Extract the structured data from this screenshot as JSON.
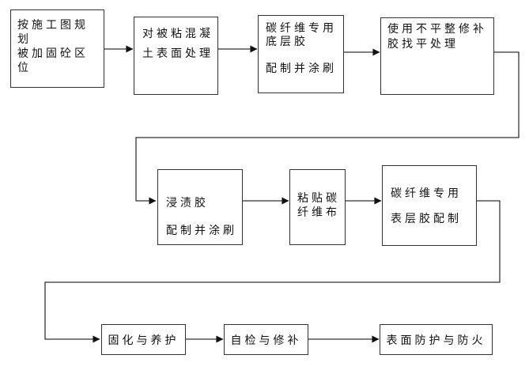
{
  "diagram": {
    "type": "flowchart",
    "background_color": "#ffffff",
    "line_color": "#333333",
    "text_color": "#111111",
    "steps": [
      {
        "id": "step-1",
        "text": "按施工图规划\n被加固砼区位"
      },
      {
        "id": "step-2",
        "text": "对被粘混凝\n土表面处理"
      },
      {
        "id": "step-3",
        "text": "碳纤维专用\n底层胶\n\n配制并涂刷"
      },
      {
        "id": "step-4",
        "text": "使用不平整修补\n胶找平处理"
      },
      {
        "id": "step-5",
        "text": "浸渍胶\n\n配制并涂刷"
      },
      {
        "id": "step-6",
        "text": "粘贴碳\n纤维布"
      },
      {
        "id": "step-7",
        "text": "碳纤维专用\n\n表层胶配制"
      },
      {
        "id": "step-8",
        "text": "固化与养护"
      },
      {
        "id": "step-9",
        "text": "自检与修补"
      },
      {
        "id": "step-10",
        "text": "表面防护与防火"
      }
    ],
    "edges": [
      {
        "from": "step-1",
        "to": "step-2"
      },
      {
        "from": "step-2",
        "to": "step-3"
      },
      {
        "from": "step-3",
        "to": "step-4"
      },
      {
        "from": "step-4",
        "to": "step-5"
      },
      {
        "from": "step-5",
        "to": "step-6"
      },
      {
        "from": "step-6",
        "to": "step-7"
      },
      {
        "from": "step-7",
        "to": "step-8"
      },
      {
        "from": "step-8",
        "to": "step-9"
      },
      {
        "from": "step-9",
        "to": "step-10"
      }
    ]
  }
}
